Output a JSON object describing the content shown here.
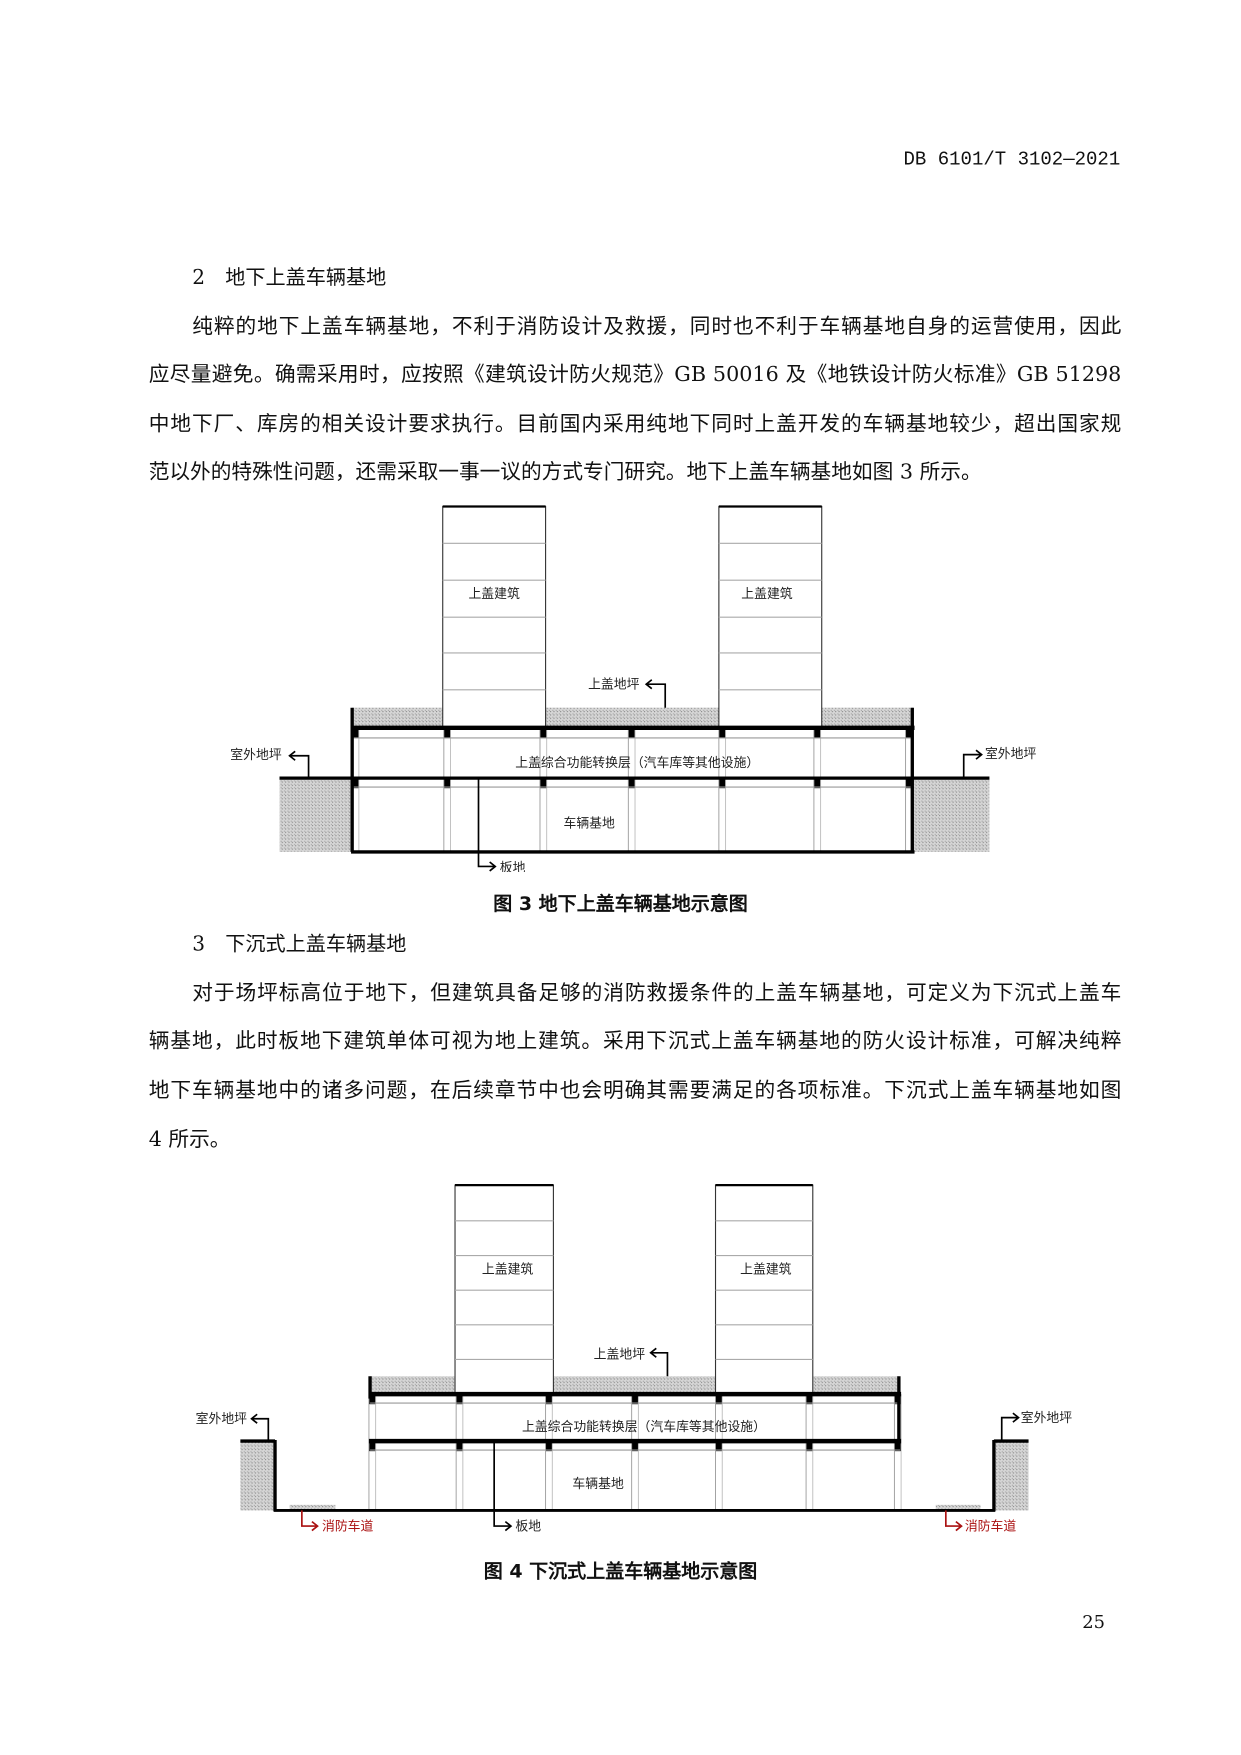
{
  "header": {
    "doc_code": "DB 6101/T 3102—2021"
  },
  "section2": {
    "heading": "2　地下上盖车辆基地",
    "lines": [
      "纯粹的地下上盖车辆基地，不利于消防设计及救援，同时也不利于车辆基地自身的运营使用，因此",
      "应尽量避免。确需采用时，应按照《建筑设计防火规范》GB 50016 及《地铁设计防火标准》GB 51298",
      "中地下厂、库房的相关设计要求执行。目前国内采用纯地下同时上盖开发的车辆基地较少，超出国家规",
      "范以外的特殊性问题，还需采取一事一议的方式专门研究。地下上盖车辆基地如图 3 所示。"
    ]
  },
  "figure3": {
    "building_label_left": "上盖建筑",
    "building_label_right": "上盖建筑",
    "deck_ground": "上盖地坪",
    "outdoor_ground_left": "室外地坪",
    "outdoor_ground_right": "室外地坪",
    "transfer_level": "上盖综合功能转换层（汽车库等其他设施）",
    "depot": "车辆基地",
    "slab": "板地",
    "caption": "图 3  地下上盖车辆基地示意图"
  },
  "section3": {
    "heading": "3　下沉式上盖车辆基地",
    "lines": [
      "对于场坪标高位于地下，但建筑具备足够的消防救援条件的上盖车辆基地，可定义为下沉式上盖车",
      "辆基地，此时板地下建筑单体可视为地上建筑。采用下沉式上盖车辆基地的防火设计标准，可解决纯粹",
      "地下车辆基地中的诸多问题，在后续章节中也会明确其需要满足的各项标准。下沉式上盖车辆基地如图",
      "4 所示。"
    ]
  },
  "figure4": {
    "building_label_left": "上盖建筑",
    "building_label_right": "上盖建筑",
    "deck_ground": "上盖地坪",
    "outdoor_ground_left": "室外地坪",
    "outdoor_ground_right": "室外地坪",
    "transfer_level": "上盖综合功能转换层（汽车库等其他设施）",
    "depot": "车辆基地",
    "slab": "板地",
    "fire_lane_left": "消防车道",
    "fire_lane_right": "消防车道",
    "caption": "图 4  下沉式上盖车辆基地示意图"
  },
  "colors": {
    "fire_lane": "#aa1111",
    "hatch": "#c8c8c8"
  },
  "footer": {
    "page_number": "25"
  }
}
